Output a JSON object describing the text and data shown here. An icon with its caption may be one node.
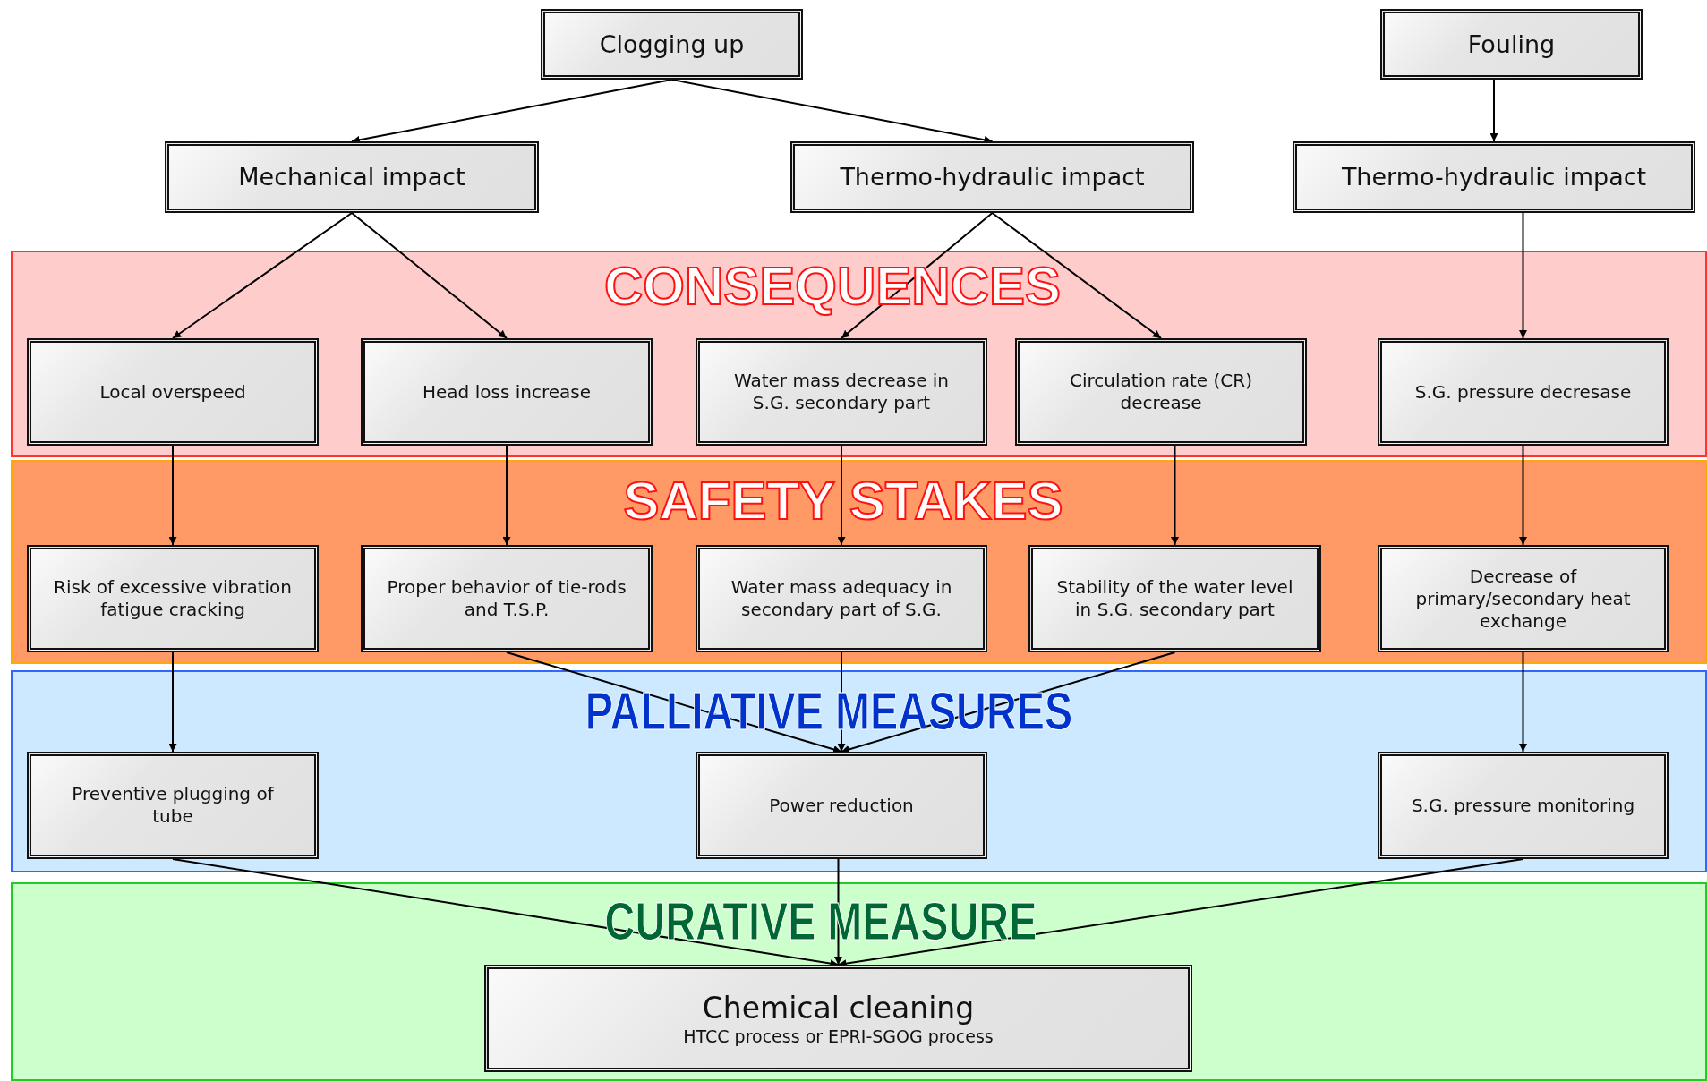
{
  "diagram": {
    "nodes": [
      {
        "text": [
          "Clogging up"
        ]
      },
      {
        "text": [
          "Fouling"
        ]
      },
      {
        "text": [
          "Mechanical impact"
        ]
      },
      {
        "text": [
          "Thermo-hydraulic impact"
        ]
      },
      {
        "text": [
          "Thermo-hydraulic impact"
        ]
      },
      {
        "text": [
          "CONSEQUENCES"
        ]
      },
      {
        "text": [
          "Local overspeed"
        ],
        "in": 5
      },
      {
        "text": [
          "Head loss increase"
        ],
        "in": 5
      },
      {
        "text": [
          "Water mass decrease in S.G. secondary part"
        ],
        "in": 5
      },
      {
        "text": [
          "Circulation rate (CR) decrease"
        ],
        "in": 5
      },
      {
        "text": [
          "S.G. pressure decresase"
        ],
        "in": 5
      },
      {
        "text": [
          "SAFETY STAKES"
        ]
      },
      {
        "text": [
          "Risk of excessive vibration fatigue cracking"
        ],
        "in": 11
      },
      {
        "text": [
          "Proper behavior of tie-rods and T.S.P."
        ],
        "in": 11
      },
      {
        "text": [
          "Water mass adequacy in secondary part of S.G."
        ],
        "in": 11
      },
      {
        "text": [
          "Stability of the water level in S.G. secondary part"
        ],
        "in": 11
      },
      {
        "text": [
          "Decrease of primary/secondary heat exchange"
        ],
        "in": 11
      },
      {
        "text": [
          "PALLIATIVE MEASURES"
        ]
      },
      {
        "text": [
          "Preventive plugging of tube"
        ],
        "in": 17
      },
      {
        "text": [
          "Power reduction"
        ],
        "in": 17
      },
      {
        "text": [
          "S.G. pressure monitoring"
        ],
        "in": 17
      },
      {
        "text": [
          "CURATIVE MEASURE"
        ]
      },
      {
        "text": [
          "Chemical cleaning",
          "HTCC process or EPRI-SGOG process"
        ],
        "in": 21
      }
    ],
    "edges": [
      {
        "from": 0,
        "to": 2,
        "arrow": "to"
      },
      {
        "from": 0,
        "to": 3,
        "arrow": "to"
      },
      {
        "from": 1,
        "to": 4,
        "arrow": "to"
      },
      {
        "from": 2,
        "to": 6,
        "arrow": "to"
      },
      {
        "from": 2,
        "to": 7,
        "arrow": "to"
      },
      {
        "from": 3,
        "to": 8,
        "arrow": "to"
      },
      {
        "from": 3,
        "to": 9,
        "arrow": "to"
      },
      {
        "from": 4,
        "to": 10,
        "arrow": "to"
      },
      {
        "from": 6,
        "to": 12,
        "arrow": "to"
      },
      {
        "from": 7,
        "to": 13,
        "arrow": "to"
      },
      {
        "from": 8,
        "to": 14,
        "arrow": "to"
      },
      {
        "from": 9,
        "to": 15,
        "arrow": "to"
      },
      {
        "from": 10,
        "to": 16,
        "arrow": "to"
      },
      {
        "from": 12,
        "to": 18,
        "arrow": "to"
      },
      {
        "from": 13,
        "to": 19,
        "arrow": "to"
      },
      {
        "from": 14,
        "to": 19,
        "arrow": "to"
      },
      {
        "from": 15,
        "to": 19,
        "arrow": "to"
      },
      {
        "from": 16,
        "to": 20,
        "arrow": "to"
      },
      {
        "from": 18,
        "to": 22,
        "arrow": "to"
      },
      {
        "from": 19,
        "to": 22,
        "arrow": "to"
      },
      {
        "from": 20,
        "to": 22,
        "arrow": "to"
      }
    ]
  }
}
